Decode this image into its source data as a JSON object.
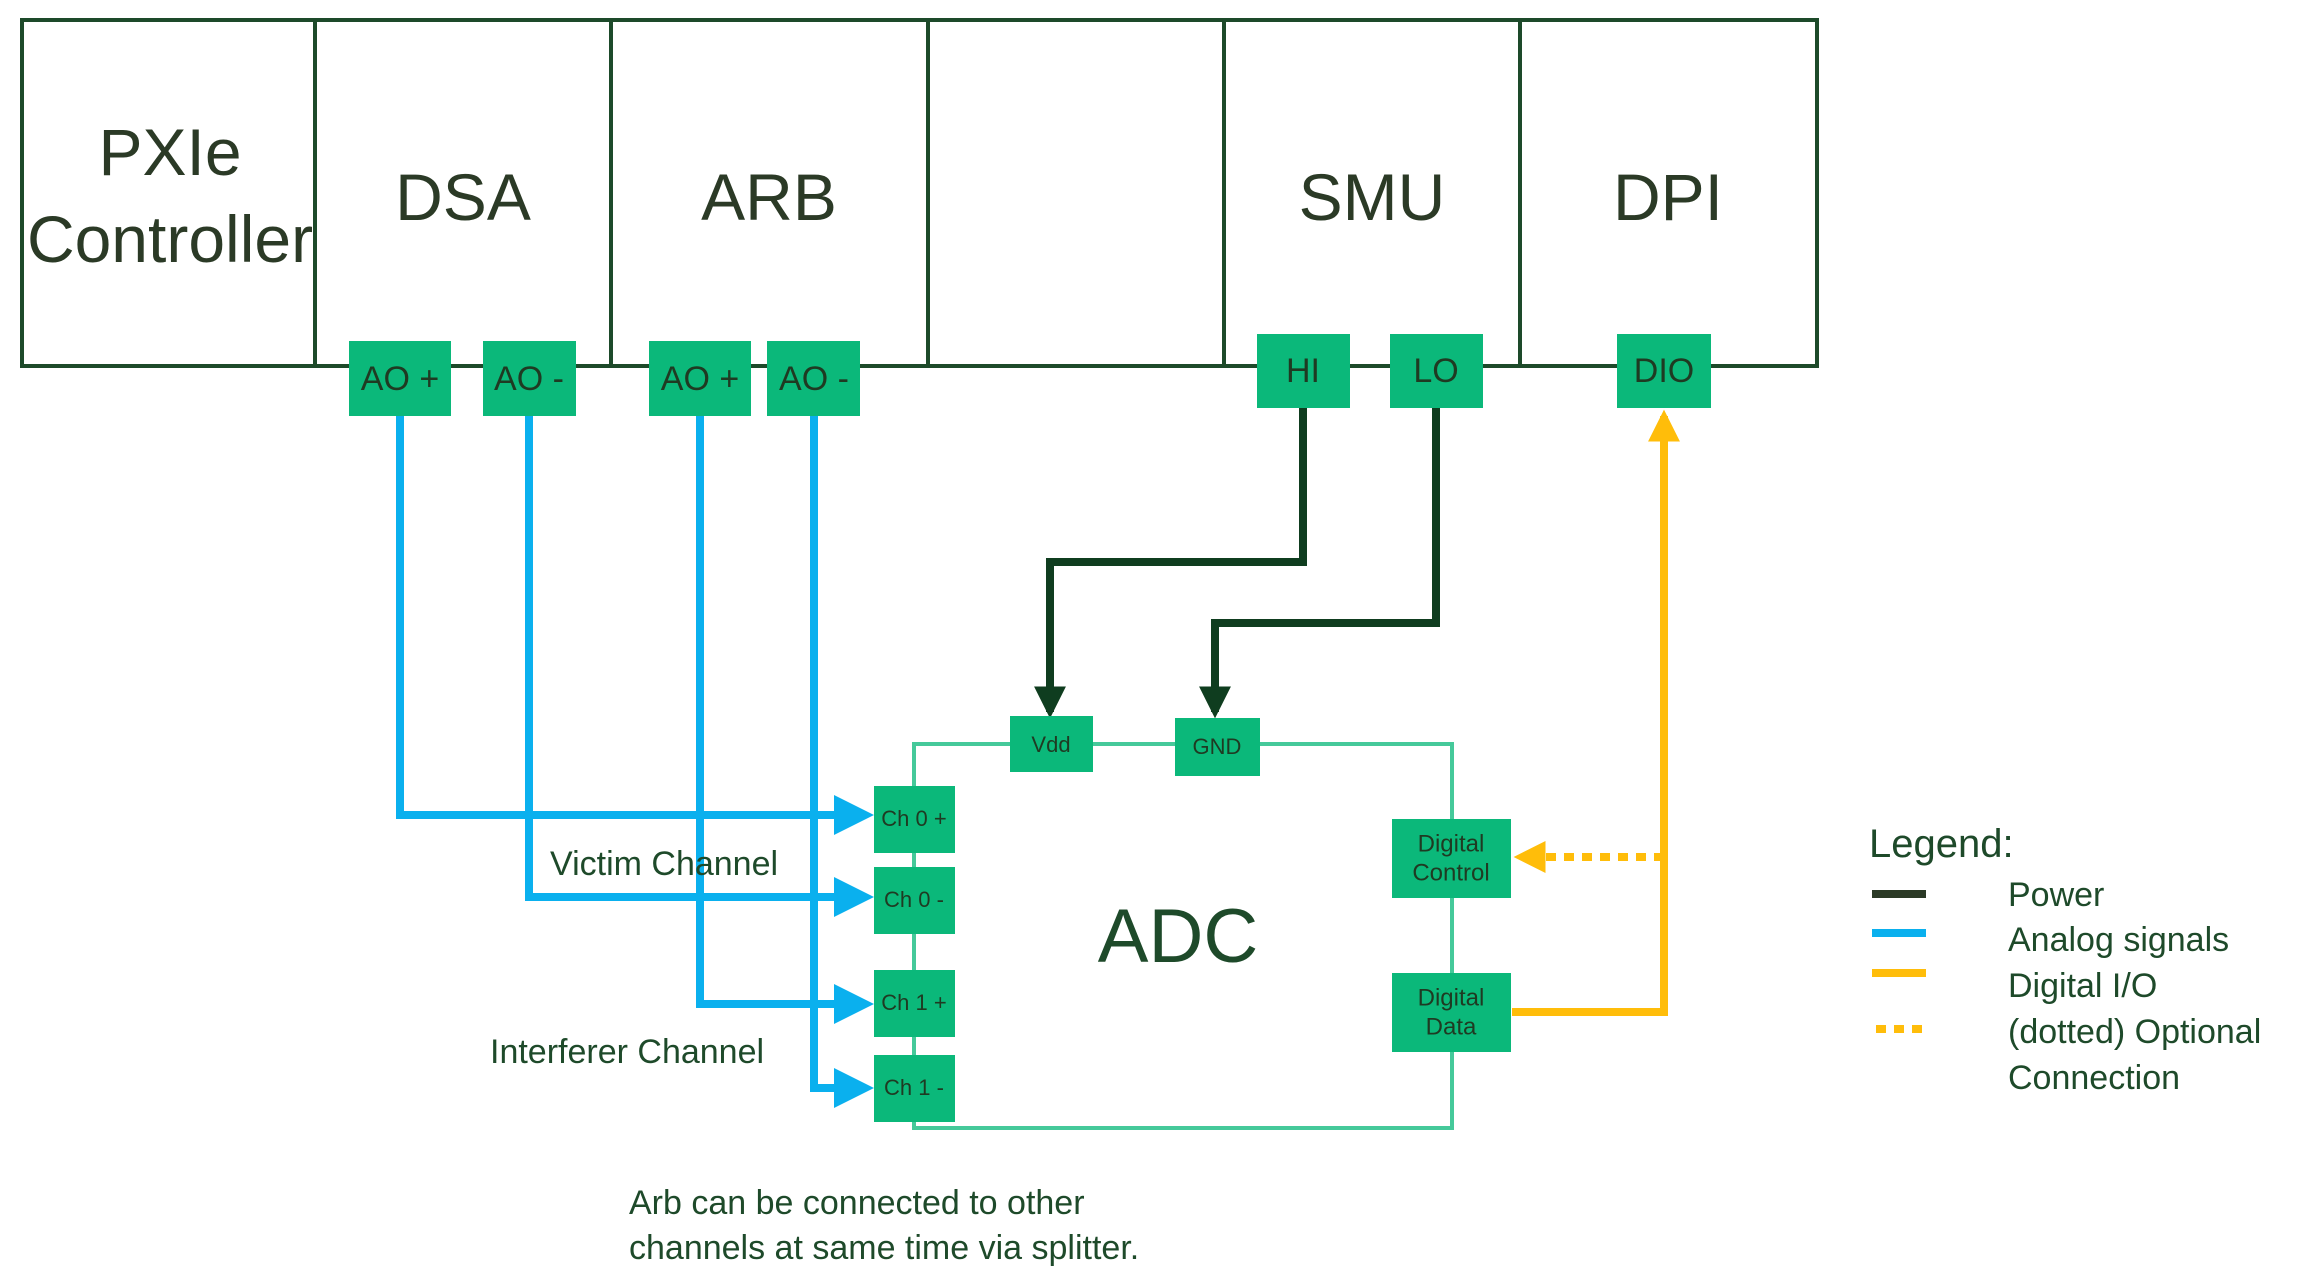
{
  "chassis": {
    "slots": [
      {
        "id": "pxie",
        "title_line1": "PXIe",
        "title_line2": "Controller"
      },
      {
        "id": "dsa",
        "title": "DSA"
      },
      {
        "id": "arb",
        "title": "ARB"
      },
      {
        "id": "empty",
        "title": ""
      },
      {
        "id": "smu",
        "title": "SMU"
      },
      {
        "id": "dpi",
        "title": "DPI"
      }
    ]
  },
  "pins": {
    "dsa_ao_plus": "AO +",
    "dsa_ao_minus": "AO -",
    "arb_ao_plus": "AO +",
    "arb_ao_minus": "AO -",
    "smu_hi": "HI",
    "smu_lo": "LO",
    "dpi_dio": "DIO"
  },
  "adc": {
    "title": "ADC",
    "pins": {
      "vdd": "Vdd",
      "gnd": "GND",
      "ch0_plus": "Ch 0 +",
      "ch0_minus": "Ch 0 -",
      "ch1_plus": "Ch 1 +",
      "ch1_minus": "Ch 1 -",
      "digital_control_line1": "Digital",
      "digital_control_line2": "Control",
      "digital_data_line1": "Digital",
      "digital_data_line2": "Data"
    }
  },
  "labels": {
    "victim_channel": "Victim Channel",
    "interferer_channel": "Interferer Channel",
    "note_line1": "Arb can be connected to other",
    "note_line2": "channels at same time via splitter."
  },
  "legend": {
    "title": "Legend:",
    "items": [
      {
        "label": "Power",
        "color": "#2b3a26",
        "style": "solid"
      },
      {
        "label": "Analog signals",
        "color": "#0ab0ee",
        "style": "solid"
      },
      {
        "label": "Digital I/O",
        "color": "#ffbd0a",
        "style": "solid"
      },
      {
        "label": "(dotted) Optional",
        "color": "#ffbd0a",
        "style": "dotted"
      }
    ],
    "item_continuation": "Connection"
  },
  "colors": {
    "chassis_border": "#1d4a2a",
    "pin_fill": "#0bb87a",
    "adc_border": "#45c99a",
    "power_wire": "#0f3d1f",
    "analog_wire": "#0ab0ee",
    "digital_wire": "#ffbd0a"
  }
}
